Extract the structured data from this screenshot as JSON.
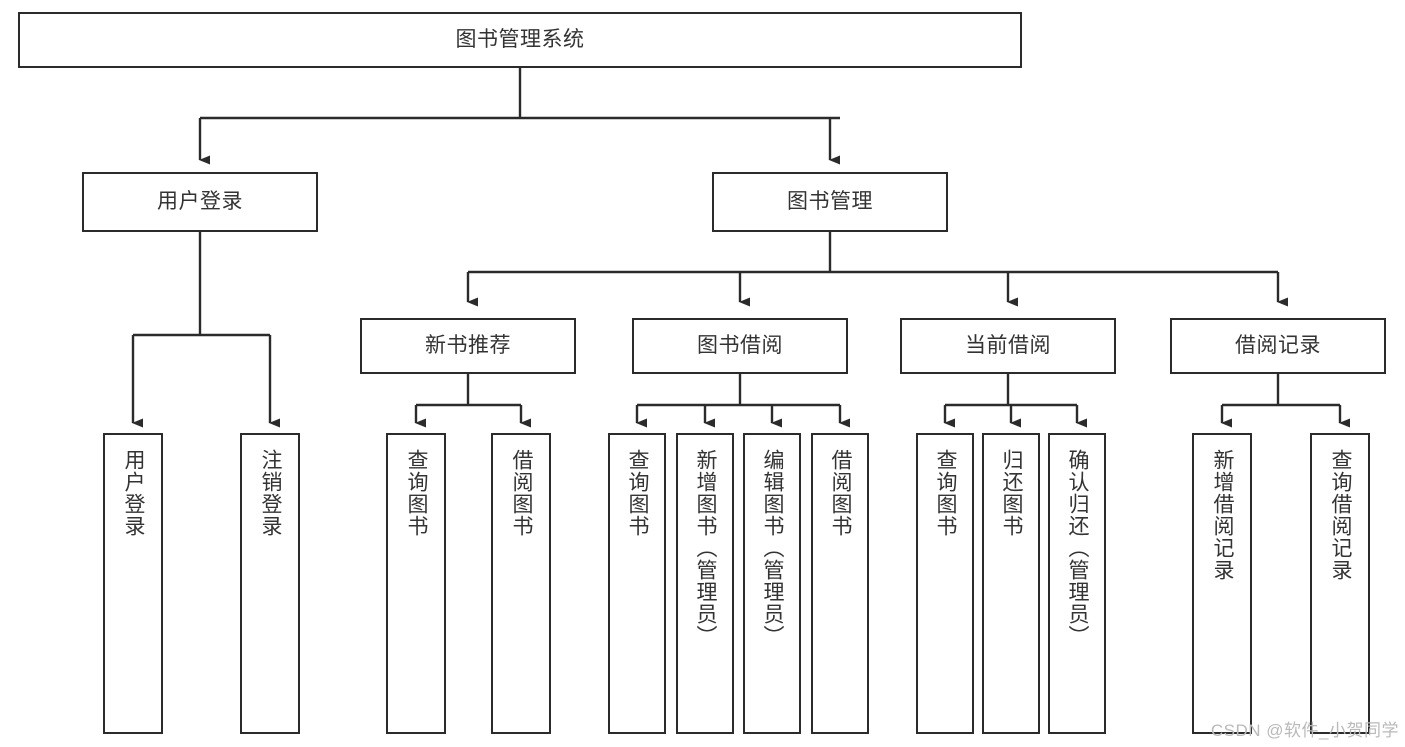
{
  "diagram": {
    "title": "图书管理系统",
    "type": "tree-hierarchy-diagram",
    "colors": {
      "background": "#ffffff",
      "node_fill": "#ffffff",
      "node_border": "#2b2b2b",
      "text": "#333333",
      "edge": "#2b2b2b",
      "watermark": "#b9b9b9"
    },
    "nodes": {
      "root": {
        "label": "图书管理系统"
      },
      "level1": [
        {
          "id": "user-login",
          "label": "用户登录"
        },
        {
          "id": "book-manage",
          "label": "图书管理"
        }
      ],
      "level2": [
        {
          "id": "new-book-recommend",
          "label": "新书推荐"
        },
        {
          "id": "book-borrow",
          "label": "图书借阅"
        },
        {
          "id": "current-borrow",
          "label": "当前借阅"
        },
        {
          "id": "borrow-record",
          "label": "借阅记录"
        }
      ],
      "leaves": {
        "user_login": [
          {
            "id": "leaf-user-login",
            "label": "用户登录"
          },
          {
            "id": "leaf-logout-login",
            "label": "注销登录"
          }
        ],
        "new_book_recommend": [
          {
            "id": "leaf-query-book-1",
            "label": "查询图书"
          },
          {
            "id": "leaf-borrow-book-1",
            "label": "借阅图书"
          }
        ],
        "book_borrow": [
          {
            "id": "leaf-query-book-2",
            "label": "查询图书"
          },
          {
            "id": "leaf-add-book",
            "label": "新增图书（管理员）"
          },
          {
            "id": "leaf-edit-book",
            "label": "编辑图书（管理员）"
          },
          {
            "id": "leaf-borrow-book-2",
            "label": "借阅图书"
          }
        ],
        "current_borrow": [
          {
            "id": "leaf-query-book-3",
            "label": "查询图书"
          },
          {
            "id": "leaf-return-book",
            "label": "归还图书"
          },
          {
            "id": "leaf-confirm-return",
            "label": "确认归还（管理员）"
          }
        ],
        "borrow_record": [
          {
            "id": "leaf-add-record",
            "label": "新增借阅记录"
          },
          {
            "id": "leaf-query-record",
            "label": "查询借阅记录"
          }
        ]
      }
    },
    "watermark": "CSDN @软件_小贺同学"
  }
}
